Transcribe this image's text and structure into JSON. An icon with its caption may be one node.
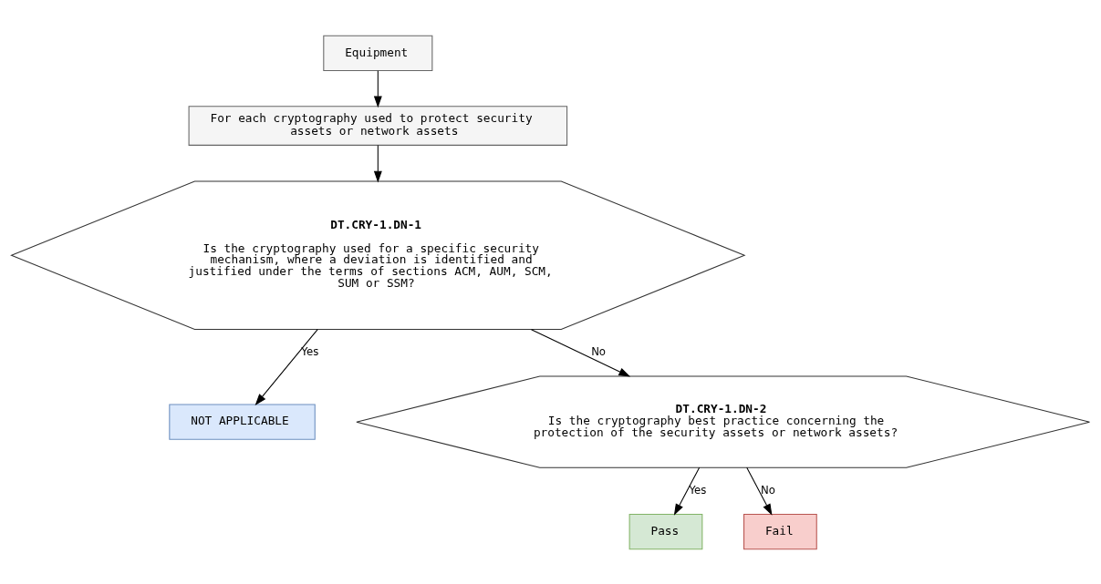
{
  "diagram": {
    "nodes": [
      {
        "text": [
          "Equipment"
        ]
      },
      {
        "text": [
          "For each cryptography used to protect security assets or network assets"
        ]
      },
      {
        "text": [
          "DT.CRY-1.DN-1",
          "Is the cryptography used for a specific security mechanism, where a deviation is identified and justified under the terms of sections ACM, AUM, SCM, SUM or SSM?"
        ]
      },
      {
        "text": [
          "NOT APPLICABLE"
        ]
      },
      {
        "text": [
          "DT.CRY-1.DN-2",
          "Is the cryptography best practice concerning the protection of the security assets or network assets?"
        ]
      },
      {
        "text": [
          "Pass"
        ]
      },
      {
        "text": [
          "Fail"
        ]
      }
    ],
    "edges": [
      {
        "from": 0,
        "to": 1,
        "arrow": "to"
      },
      {
        "from": 1,
        "to": 2,
        "arrow": "to"
      },
      {
        "from": 2,
        "to": 3,
        "arrow": "to",
        "label": "Yes"
      },
      {
        "from": 2,
        "to": 4,
        "arrow": "to",
        "label": "No"
      },
      {
        "from": 4,
        "to": 5,
        "arrow": "to",
        "label": "Yes"
      },
      {
        "from": 4,
        "to": 6,
        "arrow": "to",
        "label": "No"
      }
    ]
  }
}
